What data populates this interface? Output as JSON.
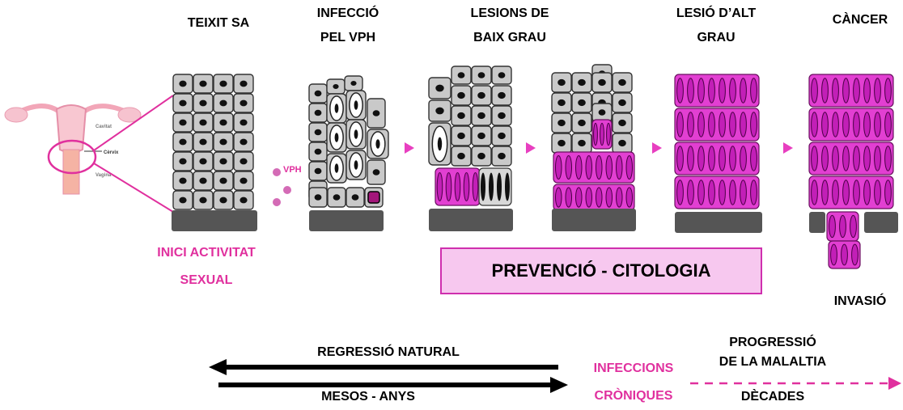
{
  "stages": [
    {
      "title_lines": [
        "TEIXIT SA"
      ]
    },
    {
      "title_lines": [
        "INFECCIÓ",
        "PEL VPH"
      ]
    },
    {
      "title_lines": [
        "LESIONS DE",
        "BAIX GRAU"
      ]
    },
    {
      "title_lines": [
        "LESIÓ D’ALT",
        "GRAU"
      ]
    },
    {
      "title_lines": [
        "CÀNCER"
      ]
    }
  ],
  "anatomy": {
    "labels": [
      "Cèrvix"
    ]
  },
  "virus_label": "VPH",
  "onset": {
    "lines": [
      "INICI ACTIVITAT",
      "SEXUAL"
    ]
  },
  "prevention_box": "PREVENCIÓ - CITOLOGIA",
  "invasion": "INVASIÓ",
  "timeline": {
    "regression": "REGRESSIÓ NATURAL",
    "regression_time": "MESOS - ANYS",
    "chronic": [
      "INFECCIONS",
      "CRÒNIQUES"
    ],
    "progression": [
      "PROGRESSIÓ",
      "DE LA MALALTIA"
    ],
    "progression_time": "DÈCADES"
  },
  "colors": {
    "healthy_cell": "#c9c9c9",
    "abnormal_cell": "#e23fd2",
    "basement": "#555555",
    "accent": "#e0309e",
    "box_fill": "#f7c8ef"
  }
}
